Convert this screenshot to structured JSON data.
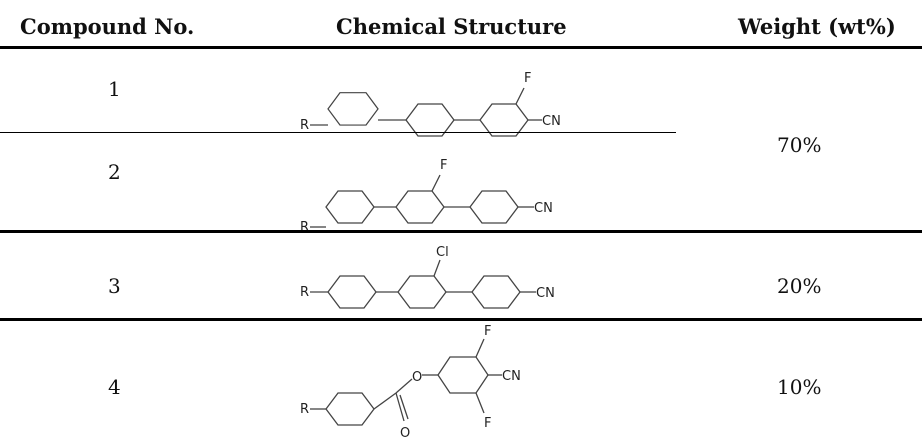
{
  "table": {
    "headers": {
      "compound": "Compound No.",
      "structure": "Chemical Structure",
      "weight": "Weight (wt%)"
    },
    "rows": [
      {
        "number": "1",
        "weight": "70%",
        "labels": [
          "R",
          "F",
          "CN"
        ]
      },
      {
        "number": "2",
        "labels": [
          "R",
          "F",
          "CN"
        ]
      },
      {
        "number": "3",
        "weight": "20%",
        "labels": [
          "R",
          "Cl",
          "CN"
        ]
      },
      {
        "number": "4",
        "weight": "10%",
        "labels": [
          "R",
          "O",
          "O",
          "F",
          "F",
          "CN"
        ]
      }
    ]
  }
}
